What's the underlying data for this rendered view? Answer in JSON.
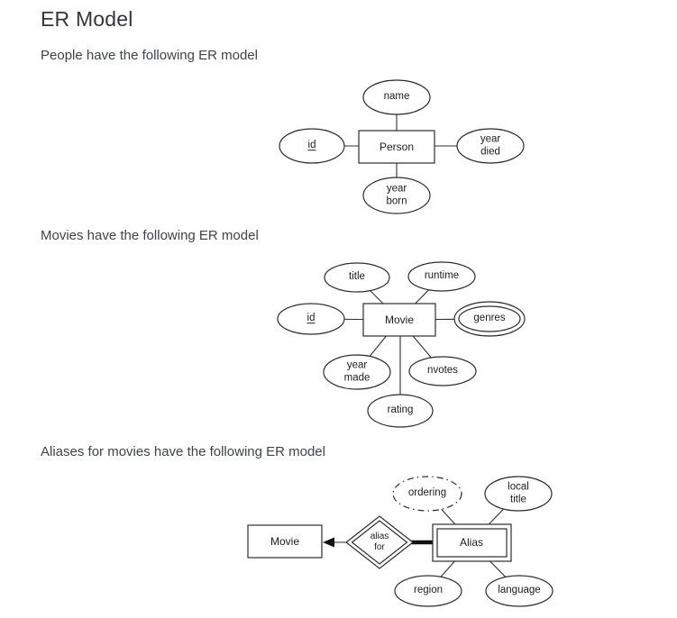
{
  "page": {
    "title": "ER Model",
    "captions": {
      "people": "People have the following ER model",
      "movies": "Movies have the following ER model",
      "aliases": "Aliases for movies have the following ER model"
    }
  },
  "person_diagram": {
    "entity": "Person",
    "attr_name": "name",
    "attr_id": "id",
    "attr_year_died": "year died",
    "attr_year_born": "year born"
  },
  "movie_diagram": {
    "entity": "Movie",
    "attr_title": "title",
    "attr_runtime": "runtime",
    "attr_id": "id",
    "attr_genres": "genres",
    "attr_year_made": "year made",
    "attr_nvotes": "nvotes",
    "attr_rating": "rating"
  },
  "alias_diagram": {
    "entity": "Alias",
    "related_entity": "Movie",
    "relationship": "alias for",
    "attr_ordering": "ordering",
    "attr_local_title": "local title",
    "attr_region": "region",
    "attr_language": "language"
  },
  "colors": {
    "background": "#ffffff",
    "heading_text": "#34363b",
    "body_text": "#3f434c",
    "diagram_stroke": "#2d2d2d"
  }
}
